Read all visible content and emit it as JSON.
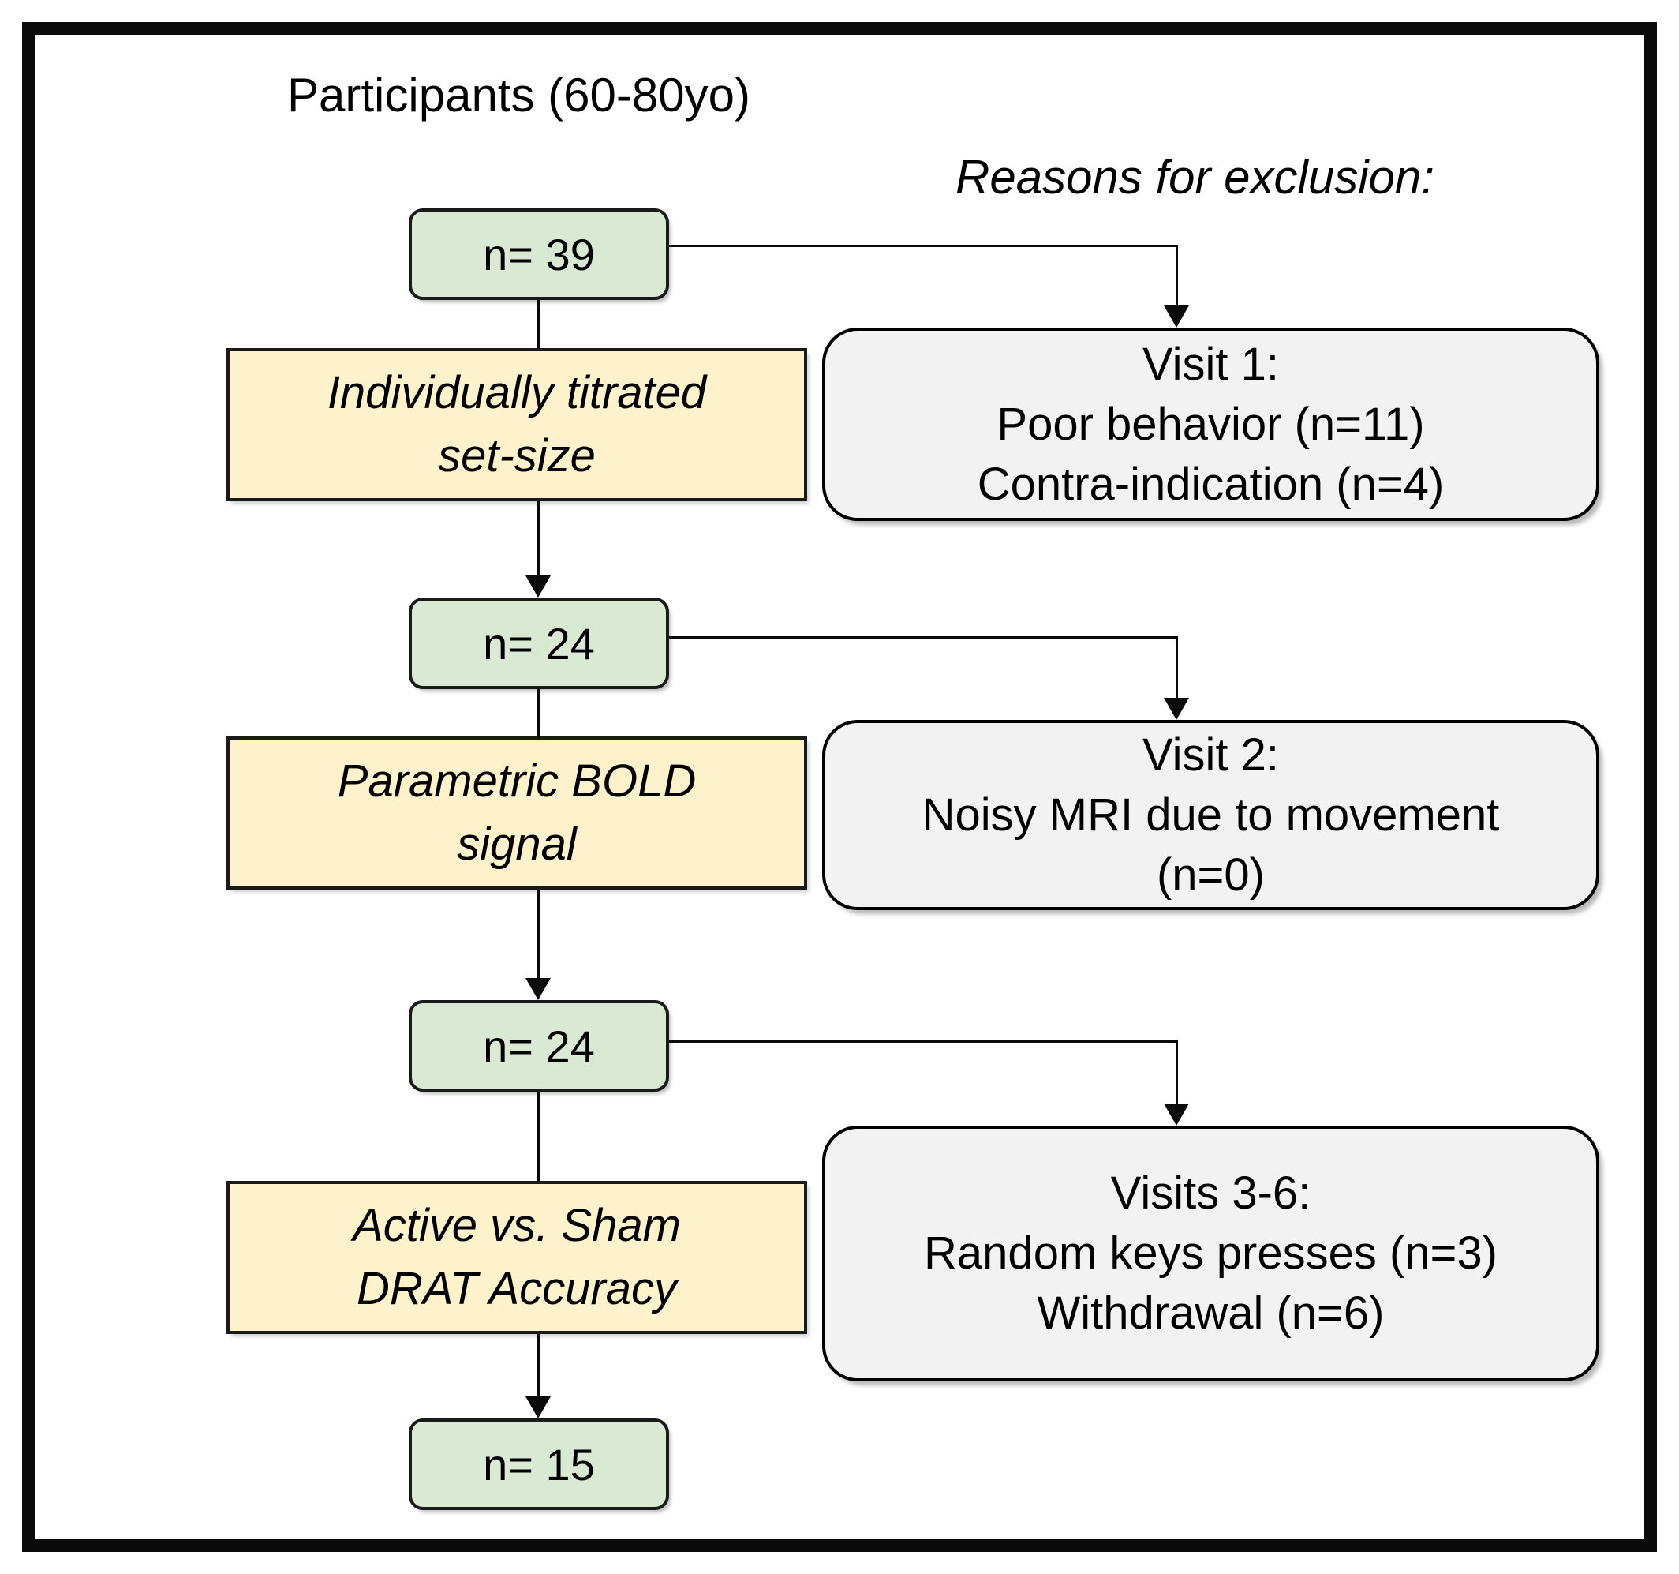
{
  "title": "Participants (60-80yo)",
  "exclusion_header": "Reasons for exclusion:",
  "colors": {
    "green_fill": "#d9e9d3",
    "yellow_fill": "#fdf2cc",
    "gray_fill": "#f2f2f2",
    "line": "#0a0a0a",
    "frame": "#0a0a0a"
  },
  "flow": {
    "count_boxes": [
      {
        "label": "n= 39"
      },
      {
        "label": "n= 24"
      },
      {
        "label": "n= 24"
      },
      {
        "label": "n= 15"
      }
    ],
    "stage_boxes": [
      {
        "line1": "Individually titrated",
        "line2": "set-size"
      },
      {
        "line1": "Parametric BOLD",
        "line2": "signal"
      },
      {
        "line1": "Active vs. Sham",
        "line2": "DRAT Accuracy"
      }
    ],
    "exclusion_boxes": [
      {
        "line1": "Visit 1:",
        "line2": "Poor behavior (n=11)",
        "line3": "Contra-indication (n=4)"
      },
      {
        "line1": "Visit 2:",
        "line2": "Noisy MRI due to movement",
        "line3": "(n=0)"
      },
      {
        "line1": "Visits 3-6:",
        "line2": "Random keys presses (n=3)",
        "line3": "Withdrawal (n=6)"
      }
    ]
  }
}
